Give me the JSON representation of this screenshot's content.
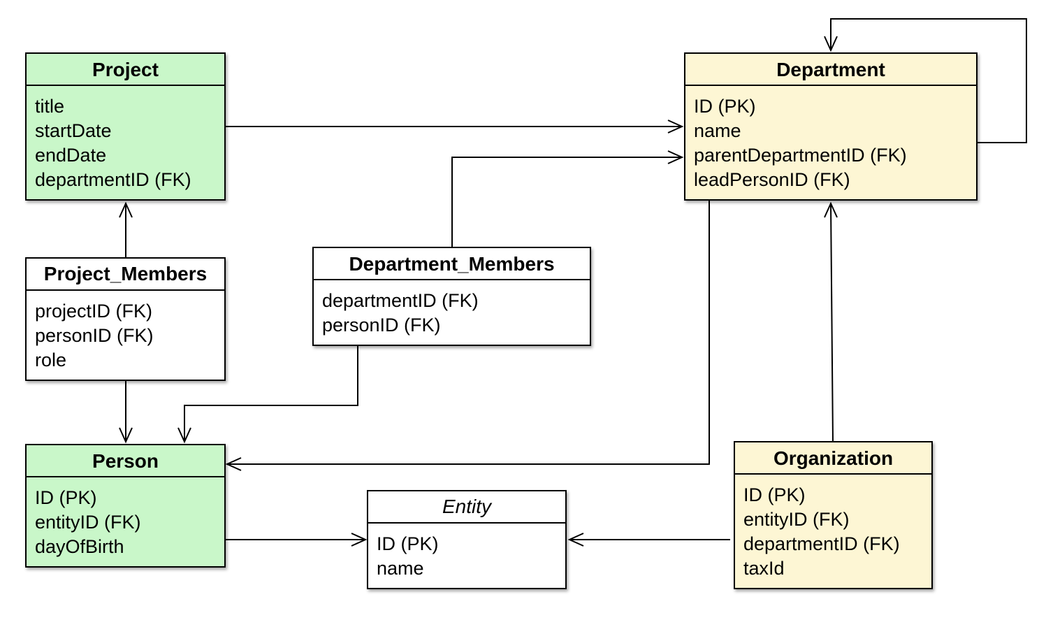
{
  "colors": {
    "green_fill": "#c9f7c9",
    "yellow_fill": "#fdf6d4",
    "white_fill": "#ffffff",
    "stroke": "#000000"
  },
  "entities": {
    "project": {
      "title": "Project",
      "fields": [
        "title",
        "startDate",
        "endDate",
        "departmentID (FK)"
      ]
    },
    "department": {
      "title": "Department",
      "fields": [
        "ID (PK)",
        "name",
        "parentDepartmentID (FK)",
        "leadPersonID (FK)"
      ]
    },
    "project_members": {
      "title": "Project_Members",
      "fields": [
        "projectID (FK)",
        "personID (FK)",
        "role"
      ]
    },
    "department_members": {
      "title": "Department_Members",
      "fields": [
        "departmentID (FK)",
        "personID (FK)"
      ]
    },
    "person": {
      "title": "Person",
      "fields": [
        "ID (PK)",
        "entityID (FK)",
        "dayOfBirth"
      ]
    },
    "entity": {
      "title": "Entity",
      "fields": [
        "ID (PK)",
        "name"
      ]
    },
    "organization": {
      "title": "Organization",
      "fields": [
        "ID (PK)",
        "entityID (FK)",
        "departmentID (FK)",
        "taxId"
      ]
    }
  }
}
